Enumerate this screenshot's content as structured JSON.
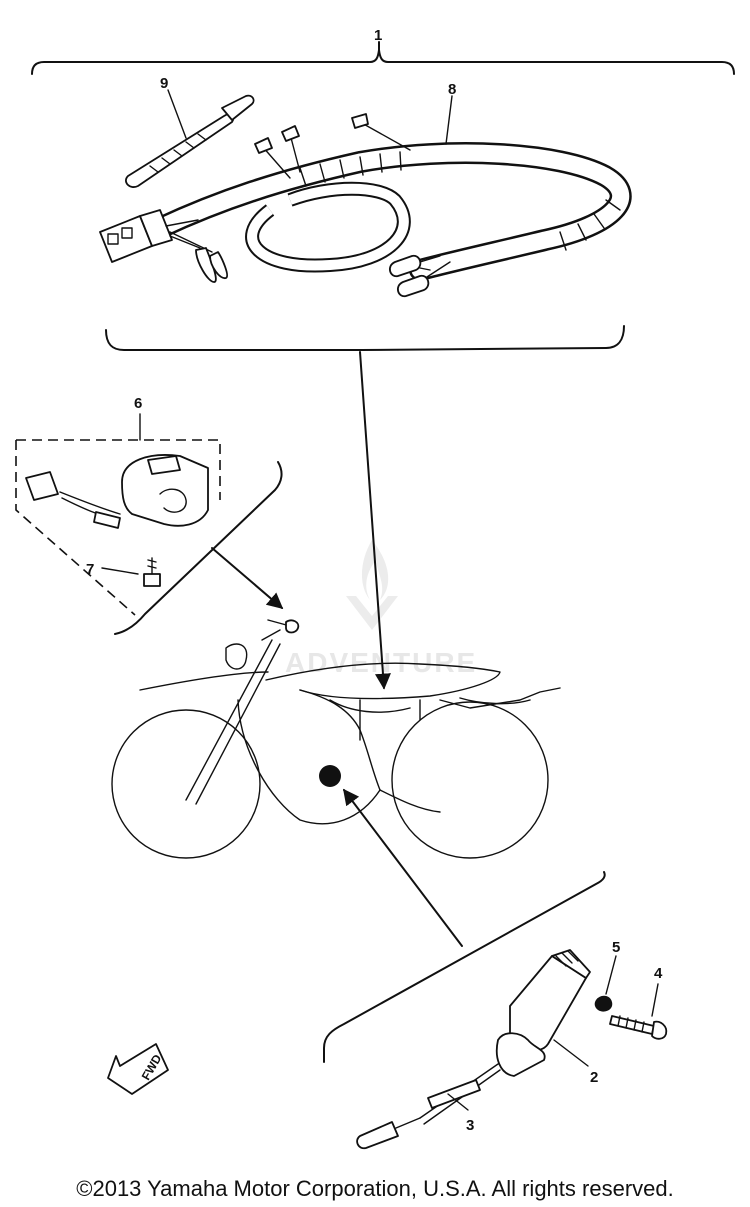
{
  "watermark": {
    "brand": "ADVENTURE"
  },
  "callouts": {
    "c1": "1",
    "c2": "2",
    "c3": "3",
    "c4": "4",
    "c5": "5",
    "c6": "6",
    "c7": "7",
    "c8": "8",
    "c9": "9"
  },
  "fwd_label": "FWD",
  "copyright": "©2013 Yamaha Motor Corporation, U.S.A. All rights reserved.",
  "icons": [
    "flame-logo-icon",
    "fwd-arrow-icon"
  ]
}
